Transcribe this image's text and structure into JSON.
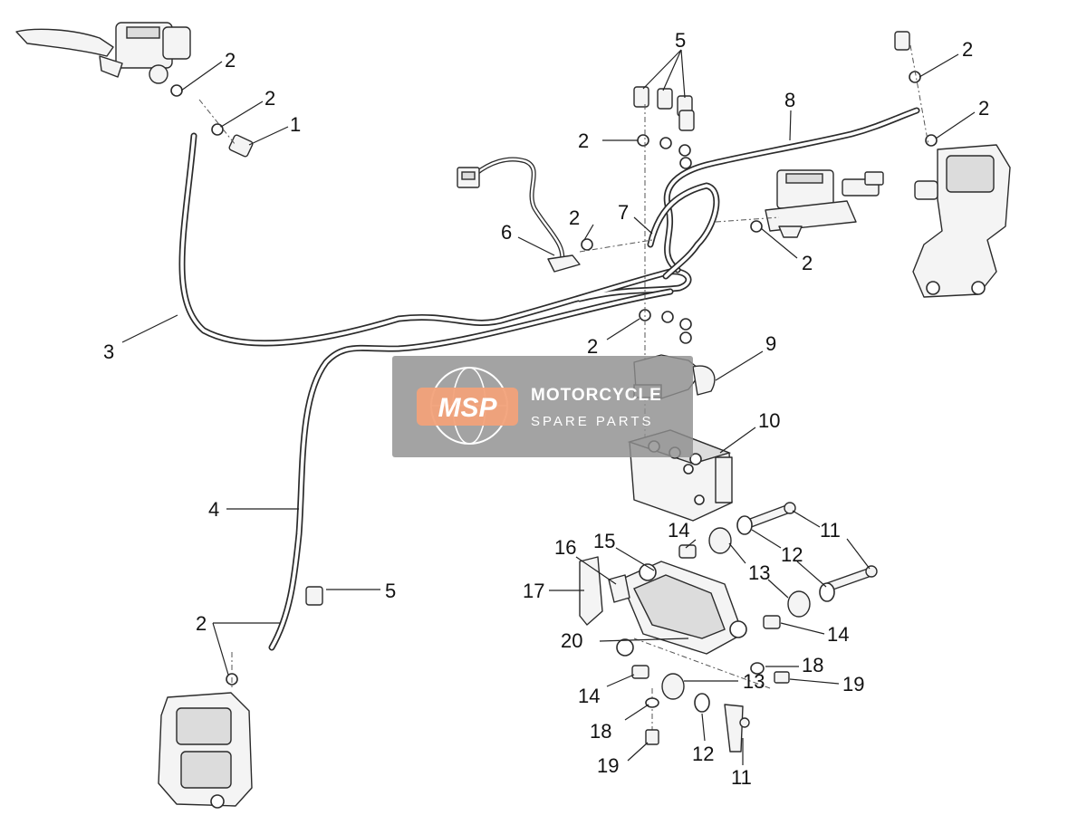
{
  "callouts": [
    "1",
    "2",
    "2",
    "2",
    "2",
    "2",
    "2",
    "2",
    "2",
    "2",
    "3",
    "4",
    "5",
    "5",
    "6",
    "7",
    "8",
    "9",
    "10",
    "11",
    "11",
    "12",
    "12",
    "13",
    "13",
    "14",
    "14",
    "14",
    "15",
    "16",
    "17",
    "18",
    "18",
    "19",
    "19",
    "20"
  ],
  "watermark": {
    "logo": "MSP",
    "title": "MOTORCYCLE",
    "subtitle": "SPARE PARTS",
    "panel_color": "#8f8f8f",
    "logo_color": "#f2a27a"
  },
  "colors": {
    "line": "#2b2b2b",
    "part_fill": "#f4f4f4"
  }
}
